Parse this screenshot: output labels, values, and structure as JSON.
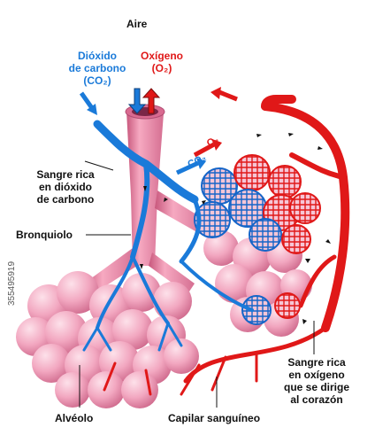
{
  "labels": {
    "air": "Aire",
    "co2_line1": "Dióxido",
    "co2_line2": "de carbono",
    "co2_line3": "(CO₂)",
    "o2_line1": "Oxígeno",
    "o2_line2": "(O₂)",
    "co2_blood_line1": "Sangre rica",
    "co2_blood_line2": "en dióxido",
    "co2_blood_line3": "de carbono",
    "bronchiole": "Bronquiolo",
    "o2_blood_line1": "Sangre rica",
    "o2_blood_line2": "en oxígeno",
    "o2_blood_line3": "que se dirige",
    "o2_blood_line4": "al corazón",
    "alveolus": "Alvéolo",
    "capillary": "Capilar sanguíneo",
    "co2_small": "CO₂",
    "o2_small": "O₂",
    "stock_id": "355495919"
  },
  "colors": {
    "co2": "#1a7ad9",
    "o2": "#e01818",
    "alveolus": "#f2a7c0",
    "bronchiole": "#ee8fab",
    "text": "#111111"
  }
}
